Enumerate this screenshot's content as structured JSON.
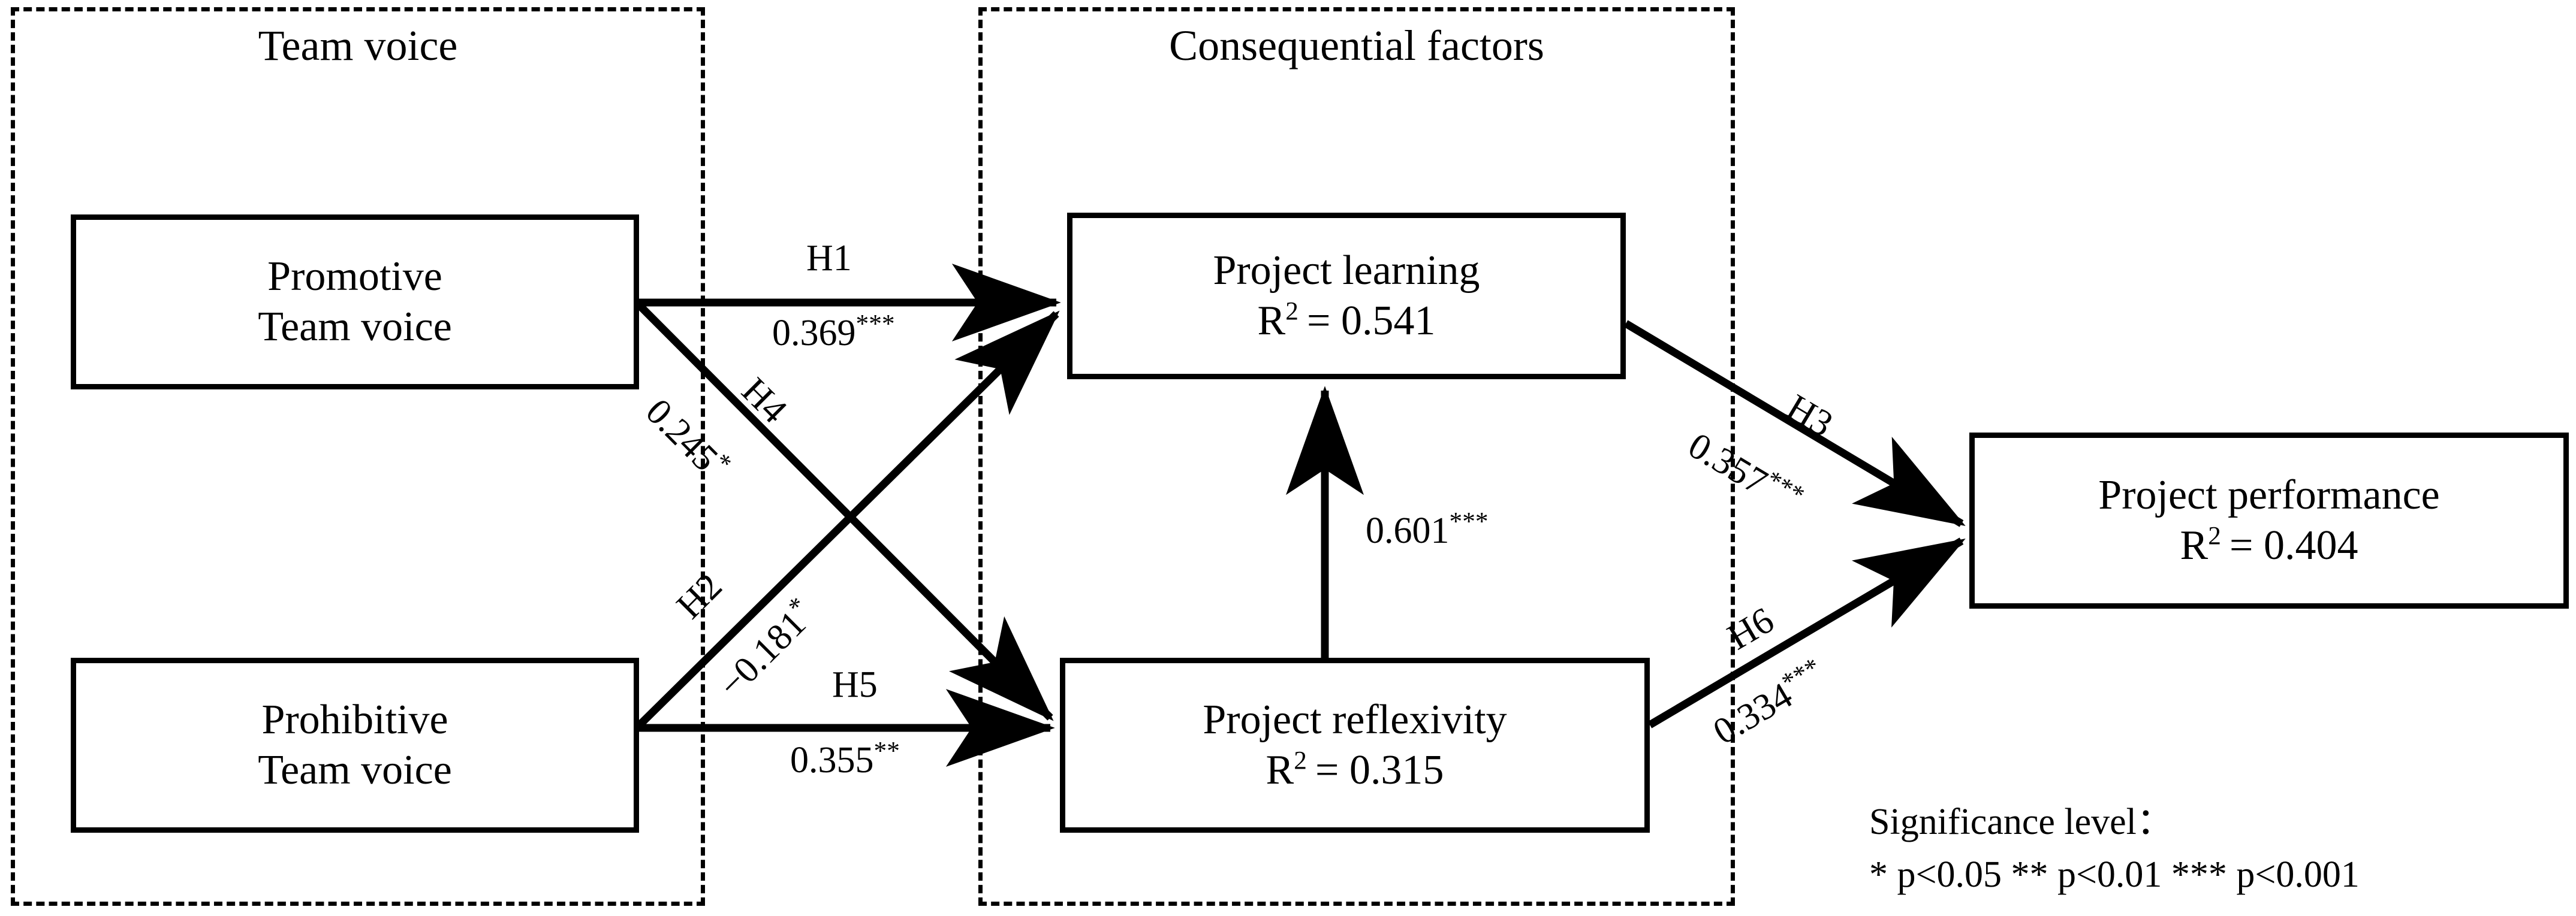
{
  "figure": {
    "type": "structural-equation-model-path-diagram"
  },
  "groups": [
    {
      "id": "team-voice",
      "title": "Team voice"
    },
    {
      "id": "consequential-factors",
      "title": "Consequential factors"
    }
  ],
  "nodes": [
    {
      "id": "promotive-team-voice",
      "line1": "Promotive",
      "line2": "Team voice"
    },
    {
      "id": "prohibitive-team-voice",
      "line1": "Prohibitive",
      "line2": "Team voice"
    },
    {
      "id": "project-learning",
      "line1": "Project learning",
      "r_label": "R",
      "r_exp": "2",
      "r_value": "= 0.541"
    },
    {
      "id": "project-reflexivity",
      "line1": "Project reflexivity",
      "r_label": "R",
      "r_exp": "2",
      "r_value": "= 0.315"
    },
    {
      "id": "project-performance",
      "line1": "Project performance",
      "r_label": "R",
      "r_exp": "2",
      "r_value": "= 0.404"
    }
  ],
  "paths": [
    {
      "id": "h1",
      "hypothesis": "H1",
      "coefficient": "0.369",
      "stars": "***",
      "from": "promotive-team-voice",
      "to": "project-learning"
    },
    {
      "id": "h4",
      "hypothesis": "H4",
      "coefficient": "0.245",
      "stars": "*",
      "from": "promotive-team-voice",
      "to": "project-reflexivity"
    },
    {
      "id": "h2",
      "hypothesis": "H2",
      "coefficient": "−0.181",
      "stars": "*",
      "from": "prohibitive-team-voice",
      "to": "project-learning"
    },
    {
      "id": "h5",
      "hypothesis": "H5",
      "coefficient": "0.355",
      "stars": "**",
      "from": "prohibitive-team-voice",
      "to": "project-reflexivity"
    },
    {
      "id": "h3",
      "hypothesis": "H3",
      "coefficient": "0.357",
      "stars": "***",
      "from": "project-learning",
      "to": "project-performance"
    },
    {
      "id": "h6",
      "hypothesis": "H6",
      "coefficient": "0.334",
      "stars": "***",
      "from": "project-reflexivity",
      "to": "project-performance"
    },
    {
      "id": "reflexivity-to-learning",
      "hypothesis": "",
      "coefficient": "0.601",
      "stars": "***",
      "from": "project-reflexivity",
      "to": "project-learning"
    }
  ],
  "legend": {
    "title": "Significance level：",
    "entries": "* p<0.05   ** p<0.01   *** p<0.001"
  },
  "colors": {
    "ink": "#000000",
    "background": "#ffffff"
  }
}
